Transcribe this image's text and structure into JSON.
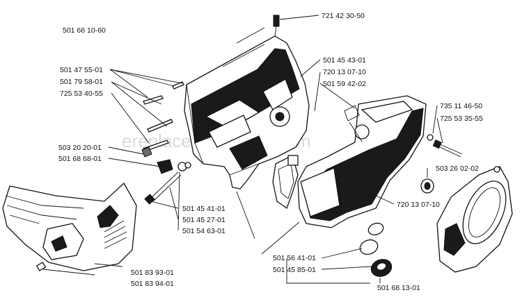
{
  "assembly_number": "501 66 10-60",
  "watermark": "ereplacementparts.com",
  "labels": {
    "top_screw": "721 42 30-50",
    "rod_a": "501 47 55-01",
    "rod_b": "501 79 58-01",
    "rod_c": "725 53 40-55",
    "nut": "503 20 20-01",
    "clip": "501 68 68-01",
    "bolt_long": "501 45 41-01",
    "washer": "501 45 27-01",
    "spacer": "501 54 63-01",
    "upper_mid_1": "501 45 43-01",
    "upper_mid_2": "720 13 07-10",
    "upper_mid_3": "501 59 42-02",
    "right_screw_1": "735 11 46-50",
    "right_screw_2": "725 53 35-55",
    "grommet": "503 26 02-02",
    "cover": "720 13 07-10",
    "cap_1": "501 56 41-01",
    "cap_2": "501 45 85-01",
    "cap_3": "501 68 13-01",
    "lower_left_1": "501 83 93-01",
    "lower_left_2": "501 83 94-01"
  }
}
